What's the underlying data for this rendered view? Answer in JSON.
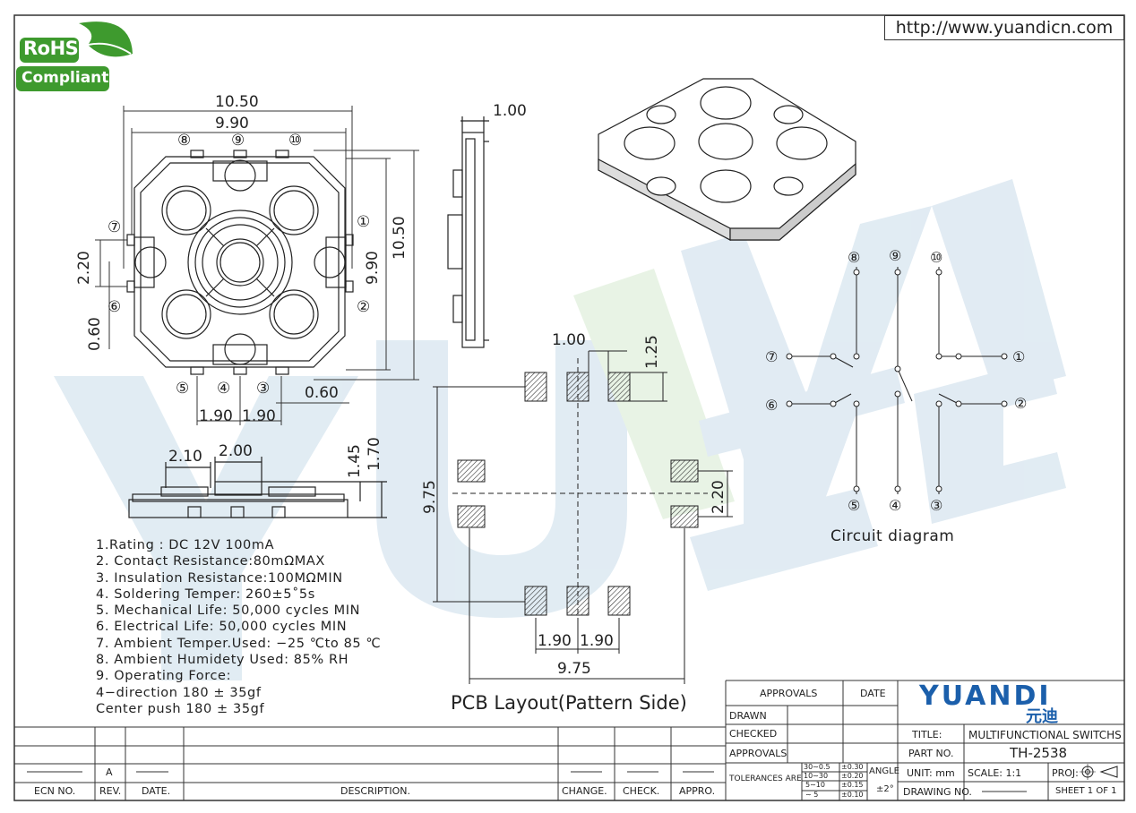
{
  "header": {
    "url": "http://www.yuandicn.com",
    "rohs_line1": "RoHS",
    "rohs_line2": "Compliant",
    "watermark": "YUANDI"
  },
  "top_view": {
    "dim_top_outer": "10.50",
    "dim_top_inner": "9.90",
    "dim_right_outer": "10.50",
    "dim_right_inner": "9.90",
    "dim_left_pitch": "2.20",
    "dim_left_pin": "0.60",
    "dim_bottom_pin": "0.60",
    "dim_bottom_pitch_a": "1.90",
    "dim_bottom_pitch_b": "1.90",
    "pins": [
      "⑧",
      "⑨",
      "⑩",
      "⑦",
      "①",
      "⑥",
      "②",
      "⑤",
      "④",
      "③"
    ]
  },
  "side_view": {
    "dim_thickness": "1.00"
  },
  "front_view": {
    "dim_a": "2.10",
    "dim_b": "2.00",
    "dim_c": "1.45",
    "dim_d": "1.70"
  },
  "pcb_layout": {
    "title": "PCB Layout(Pattern Side)",
    "dim_pad_w": "1.00",
    "dim_pad_h": "1.25",
    "dim_height": "9.75",
    "dim_pitch_right": "2.20",
    "dim_pitch_a": "1.90",
    "dim_pitch_b": "1.90",
    "dim_width": "9.75"
  },
  "circuit": {
    "title": "Circuit diagram",
    "pins_top": [
      "⑧",
      "⑨",
      "⑩"
    ],
    "pins_left": [
      "⑦",
      "⑥"
    ],
    "pins_right": [
      "①",
      "②"
    ],
    "pins_bottom": [
      "⑤",
      "④",
      "③"
    ]
  },
  "specs": [
    "1.Rating : DC 12V 100mA",
    "2. Contact Resistance:80mΩMAX",
    "3. Insulation Resistance:100MΩMIN",
    "4. Soldering Temper: 260±5˚5s",
    "5. Mechanical Life: 50,000 cycles MIN",
    "6. Electrical Life: 50,000 cycles MIN",
    "7. Ambient Temper.Used: −25 ℃to 85 ℃",
    "8. Ambient Humidety Used: 85% RH",
    "9. Operating Force:",
    "4−direction 180 ± 35gf",
    "Center push 180 ± 35gf"
  ],
  "title_block": {
    "approvals_header": "APPROVALS",
    "date_header": "DATE",
    "drawn": "DRAWN",
    "checked": "CHECKED",
    "approvals": "APPROVALS",
    "tolerances": "TOLERANCES ARE",
    "tol_ranges": [
      "30∼0.5",
      "10∼30",
      "5∼10",
      "∼ 5"
    ],
    "tol_values": [
      "±0.30",
      "±0.20",
      "±0.15",
      "±0.10"
    ],
    "angle_label": "ANGLE",
    "angle_value": "±2°",
    "brand": "YUANDI",
    "brand_cn": "元迪",
    "title_label": "TITLE:",
    "title_value": "MULTIFUNCTIONAL SWITCHS",
    "part_label": "PART NO.",
    "part_value": "TH-2538",
    "unit": "UNIT: mm",
    "scale": "SCALE:  1:1",
    "proj": "PROJ:",
    "drawing_no": "DRAWING NO.",
    "sheet": "SHEET  1  OF  1"
  },
  "revision_block": {
    "ecn": "ECN  NO.",
    "rev": "REV.",
    "date": "DATE.",
    "description": "DESCRIPTION.",
    "change": "CHANGE.",
    "check": "CHECK.",
    "appro": "APPRO.",
    "rev_value": "A"
  },
  "colors": {
    "watermark_blue": "#c9dcea",
    "watermark_green": "#d7ebd0",
    "brand_blue": "#1b5fab",
    "rohs_green": "#3e9a2e"
  }
}
